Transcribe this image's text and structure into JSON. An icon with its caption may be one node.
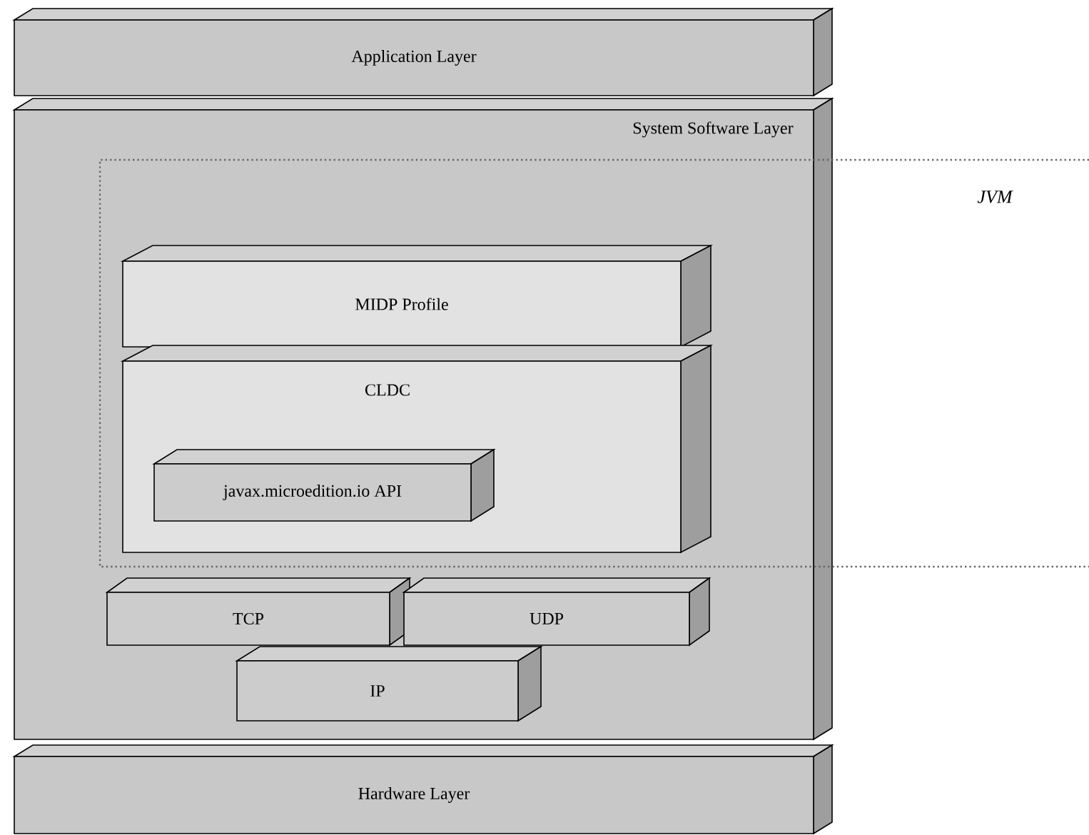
{
  "diagram": {
    "nodes": [
      {
        "text": [
          "Application Layer"
        ]
      },
      {
        "text": [
          "System Software Layer"
        ]
      },
      {
        "text": [
          "JVM"
        ]
      },
      {
        "text": [
          "MIDP Profile"
        ]
      },
      {
        "text": [
          "CLDC"
        ]
      },
      {
        "text": [
          "javax.microedition.io API"
        ],
        "in": 4
      },
      {
        "text": [
          "TCP"
        ],
        "in": 1
      },
      {
        "text": [
          "UDP"
        ],
        "in": 1
      },
      {
        "text": [
          "IP"
        ],
        "in": 1
      },
      {
        "text": [
          "Hardware Layer"
        ]
      }
    ]
  }
}
